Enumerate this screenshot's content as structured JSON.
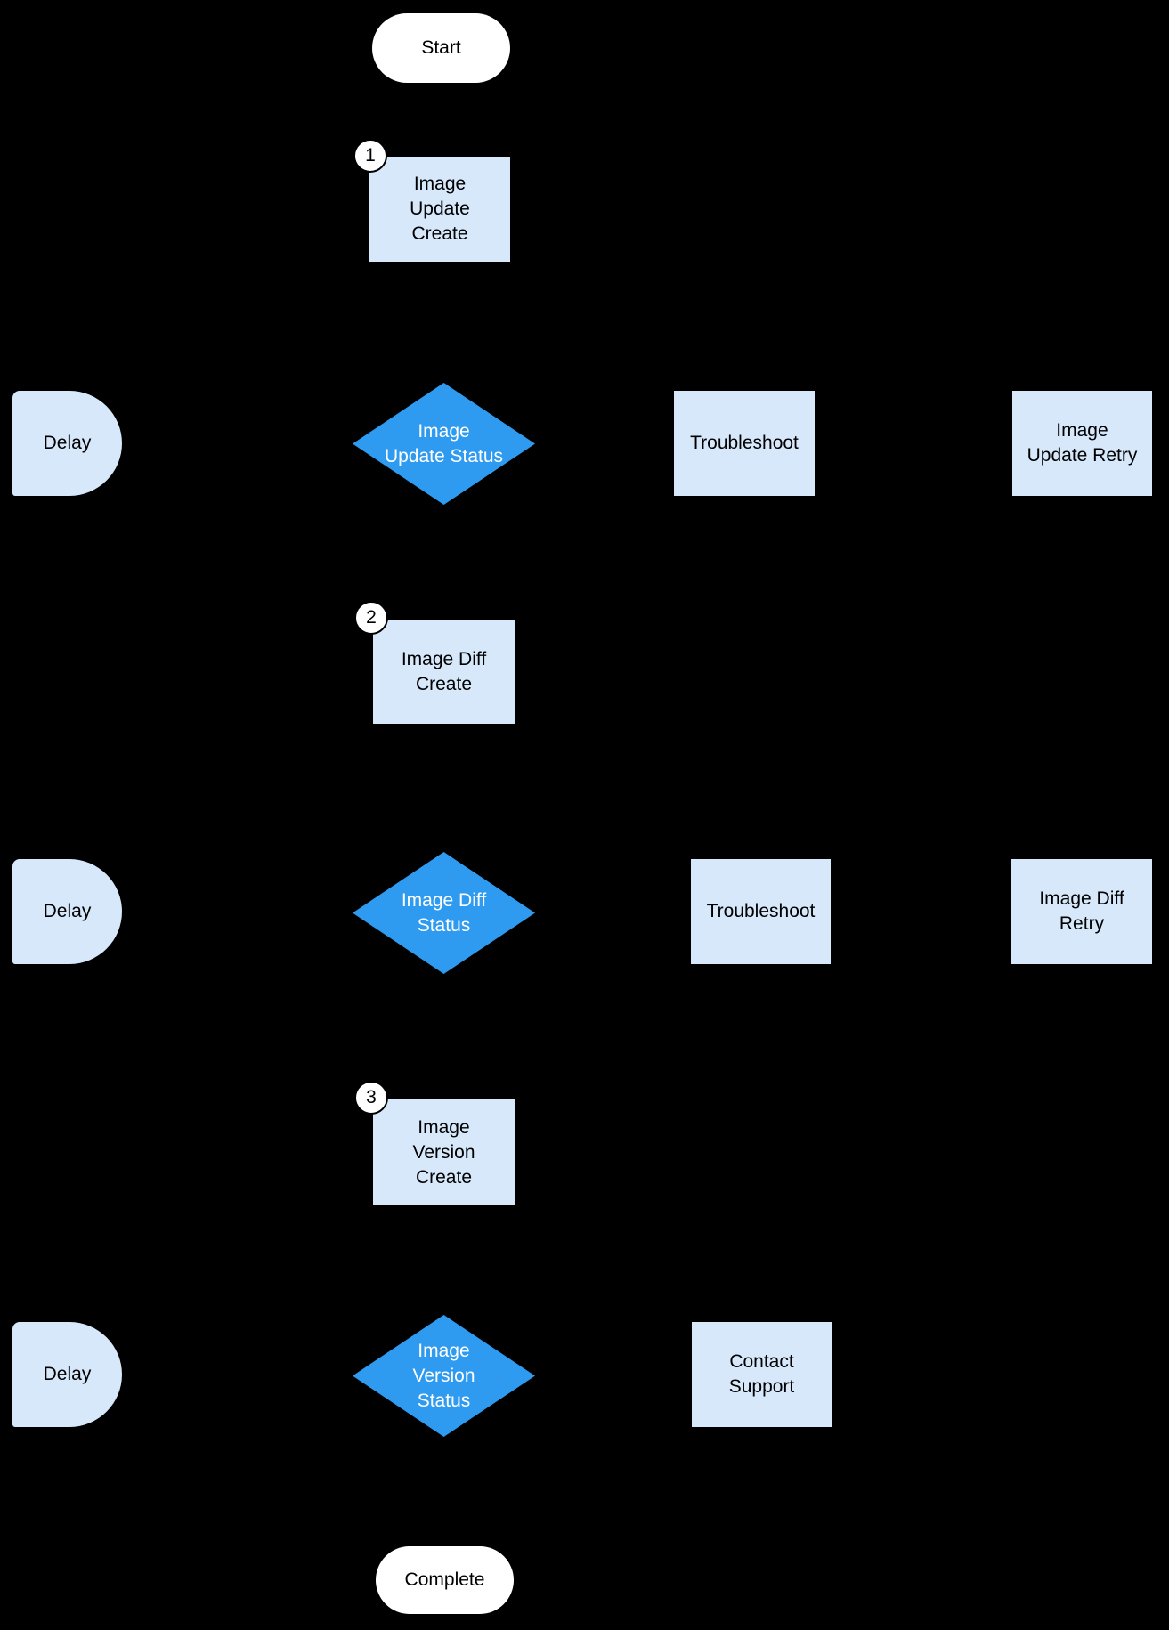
{
  "diagram": {
    "background": "#000000",
    "colors": {
      "node_fill": "#d7e8fb",
      "decision_fill": "#2e9bf0",
      "terminal_fill": "#ffffff",
      "text_dark": "#000000",
      "text_light": "#ffffff"
    },
    "nodes": {
      "start": {
        "label": "Start"
      },
      "step1": {
        "badge": "1",
        "label": "Image\nUpdate\nCreate"
      },
      "delay1": {
        "label": "Delay"
      },
      "decision1": {
        "label": "Image\nUpdate Status"
      },
      "troubleshoot1": {
        "label": "Troubleshoot"
      },
      "retry1": {
        "label": "Image\nUpdate Retry"
      },
      "step2": {
        "badge": "2",
        "label": "Image Diff\nCreate"
      },
      "delay2": {
        "label": "Delay"
      },
      "decision2": {
        "label": "Image Diff\nStatus"
      },
      "troubleshoot2": {
        "label": "Troubleshoot"
      },
      "retry2": {
        "label": "Image Diff\nRetry"
      },
      "step3": {
        "badge": "3",
        "label": "Image\nVersion\nCreate"
      },
      "delay3": {
        "label": "Delay"
      },
      "decision3": {
        "label": "Image\nVersion\nStatus"
      },
      "contact": {
        "label": "Contact\nSupport"
      },
      "complete": {
        "label": "Complete"
      }
    }
  }
}
